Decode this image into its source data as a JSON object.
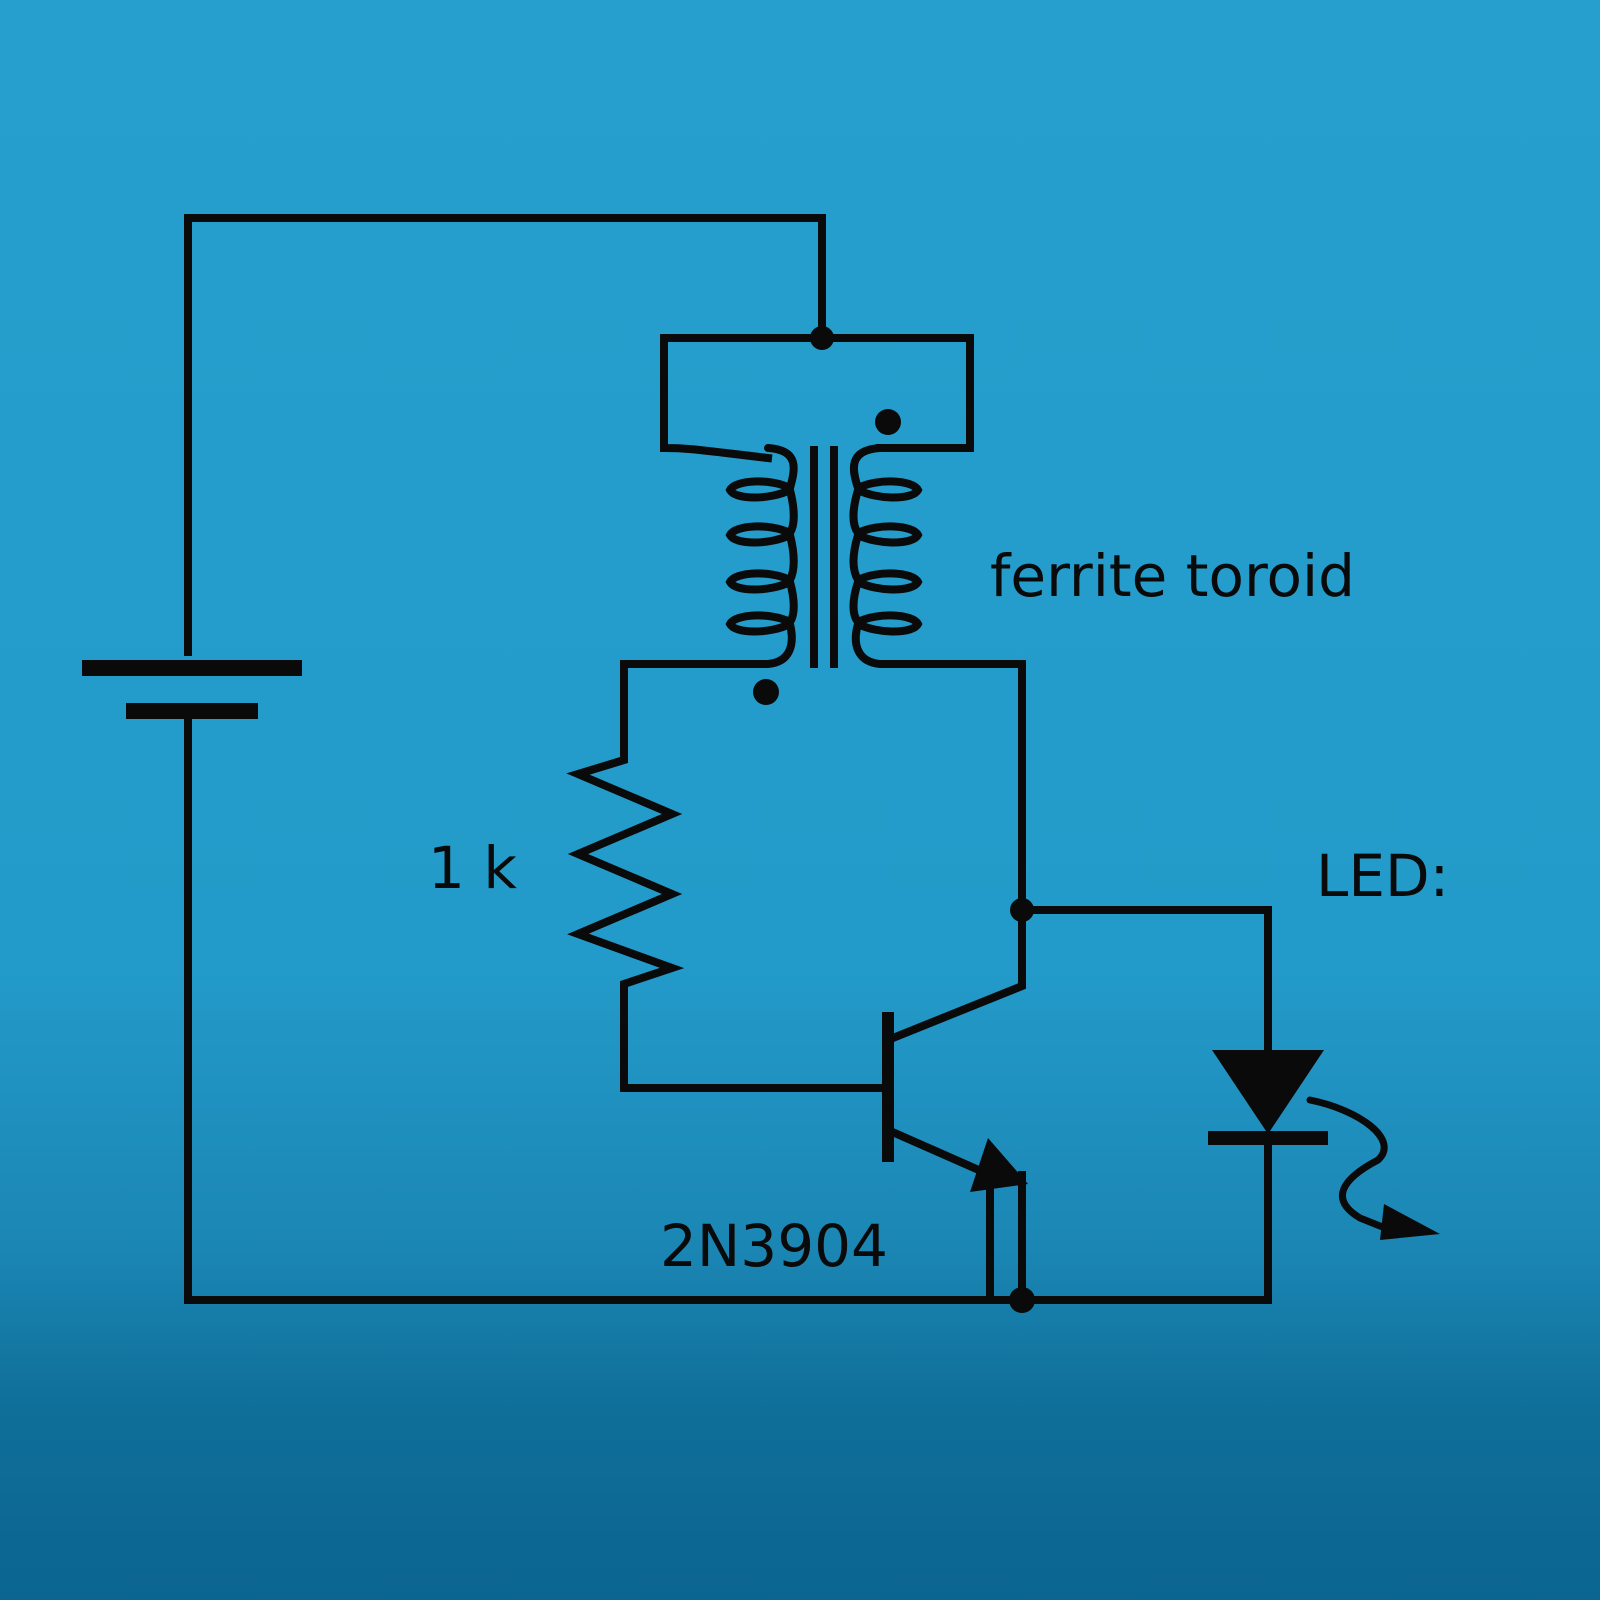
{
  "colors": {
    "background_top": "#269fce",
    "background_bottom": "#0b6590",
    "ink": "#0a0a0a"
  },
  "labels": {
    "transformer": "ferrite toroid",
    "resistor": "1 k",
    "transistor": "2N3904",
    "led": "LED:"
  },
  "components": [
    {
      "type": "battery"
    },
    {
      "type": "transformer",
      "label_key": "transformer"
    },
    {
      "type": "resistor",
      "label_key": "resistor"
    },
    {
      "type": "npn-transistor",
      "label_key": "transistor"
    },
    {
      "type": "led",
      "label_key": "led"
    }
  ]
}
